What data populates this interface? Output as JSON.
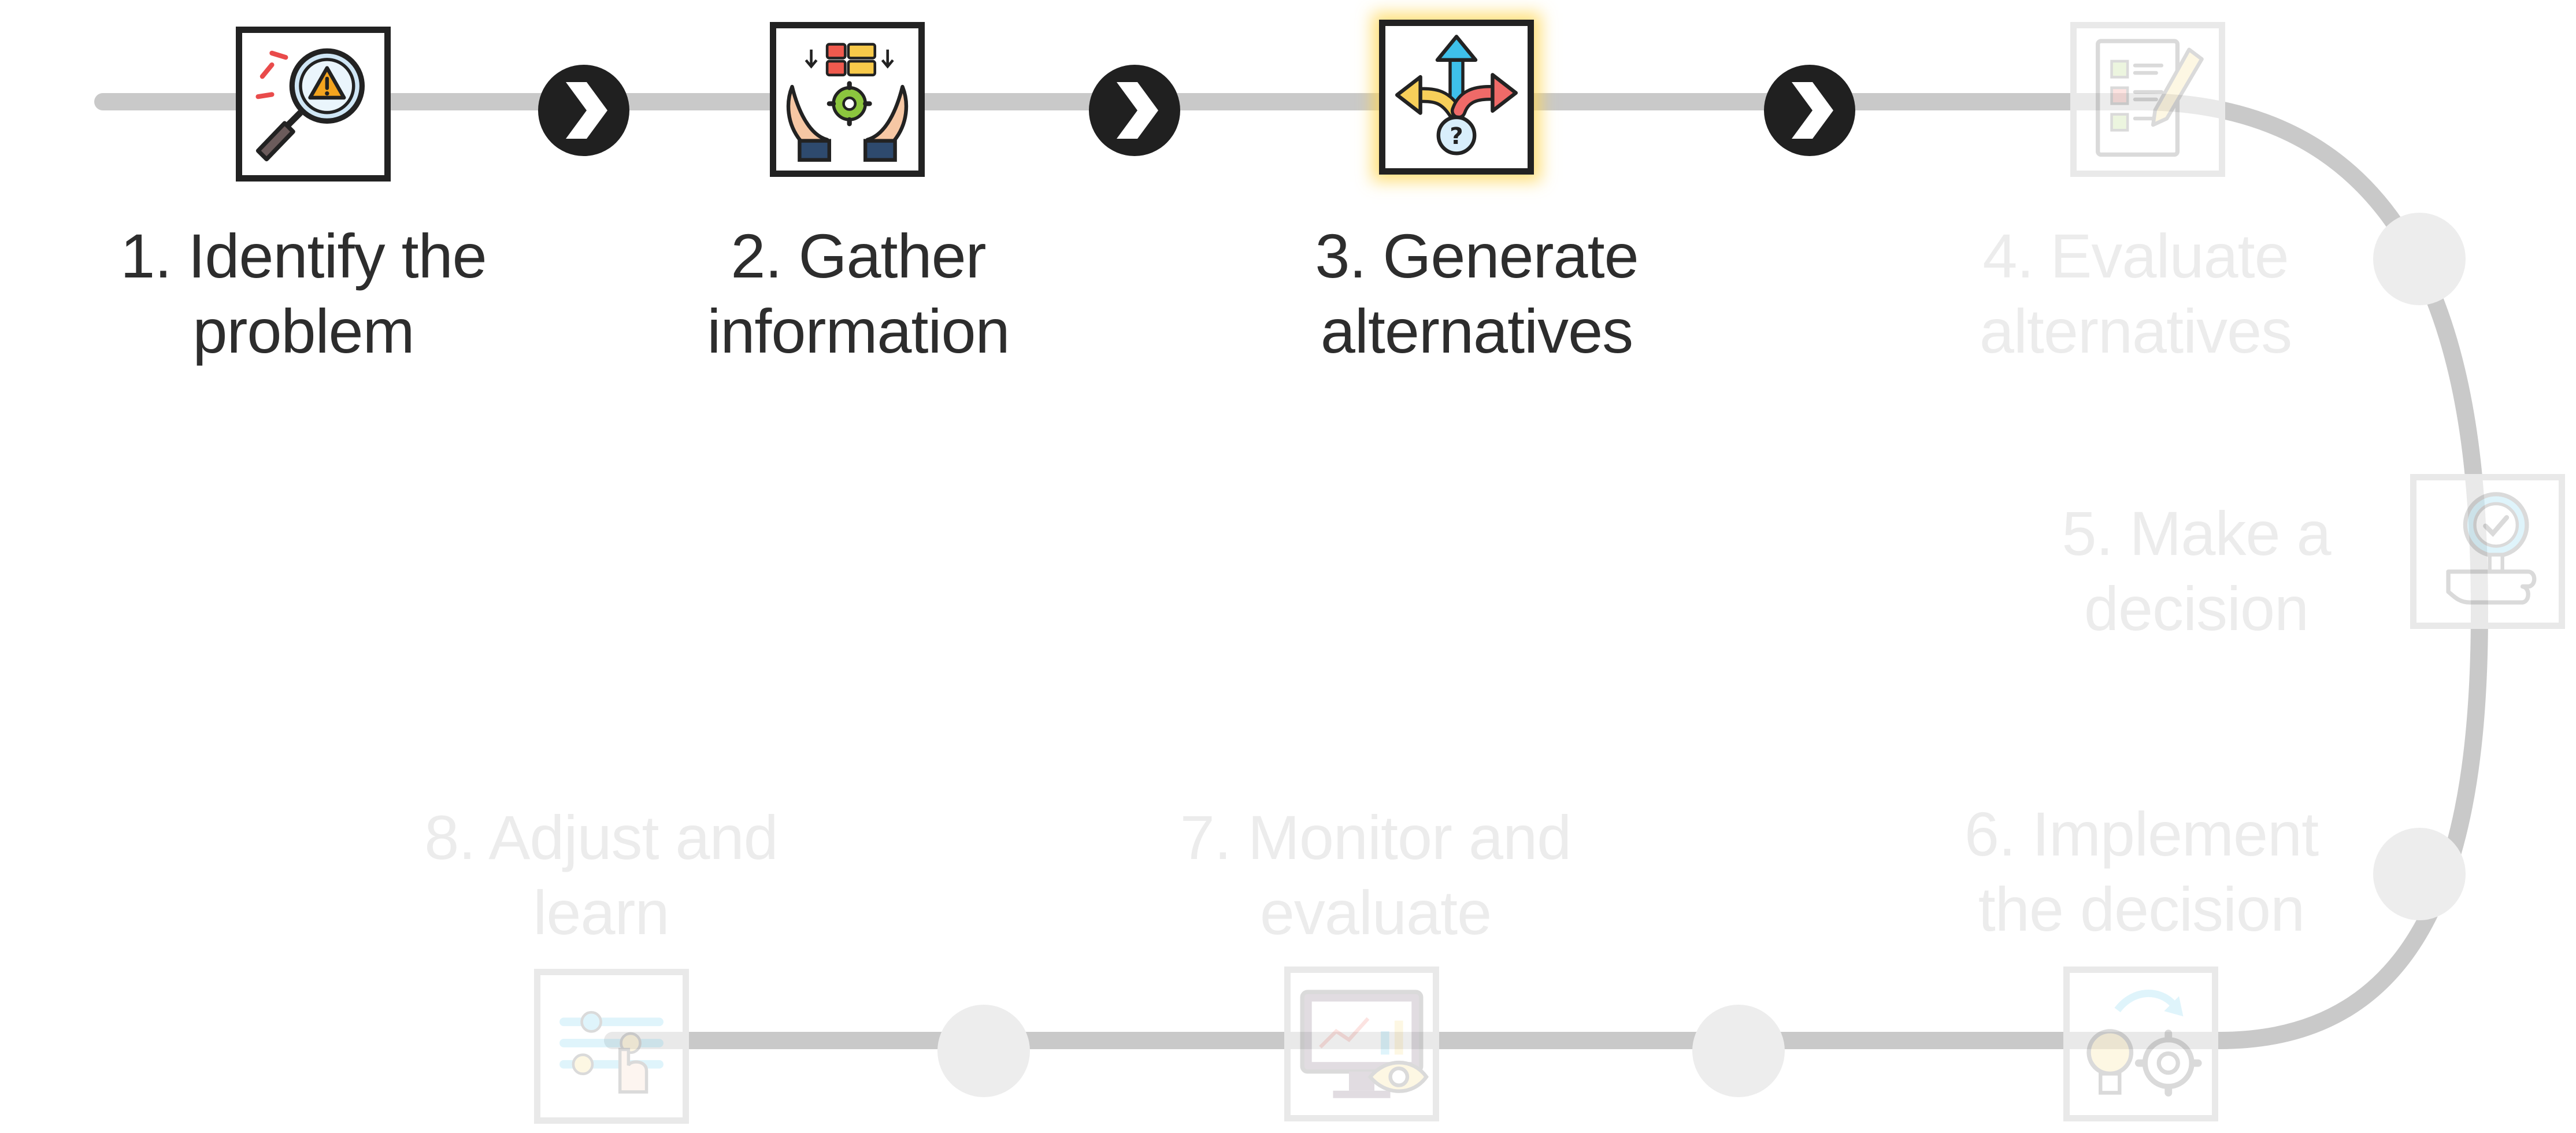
{
  "colors": {
    "track": "#c9c9c9",
    "active_text": "#2d2d2d",
    "inactive_text": "#ececec",
    "chevron_bg": "#202020",
    "highlight_glow": "#ffd650"
  },
  "steps": [
    {
      "line1": "1. Identify the",
      "line2": "problem",
      "icon": "magnifier-warning-icon",
      "state": "done"
    },
    {
      "line1": "2. Gather",
      "line2": "information",
      "icon": "hands-gear-checklist-icon",
      "state": "done"
    },
    {
      "line1": "3. Generate",
      "line2": "alternatives",
      "icon": "branching-arrows-question-icon",
      "state": "current"
    },
    {
      "line1": "4. Evaluate",
      "line2": "alternatives",
      "icon": "checklist-pencil-icon",
      "state": "upcoming"
    },
    {
      "line1": "5. Make a",
      "line2": "decision",
      "icon": "hand-check-badge-icon",
      "state": "upcoming"
    },
    {
      "line1": "6. Implement",
      "line2": "the decision",
      "icon": "bulb-gear-icon",
      "state": "upcoming"
    },
    {
      "line1": "7. Monitor and",
      "line2": "evaluate",
      "icon": "monitor-eye-icon",
      "state": "upcoming"
    },
    {
      "line1": "8. Adjust and",
      "line2": "learn",
      "icon": "sliders-hand-icon",
      "state": "upcoming"
    }
  ]
}
